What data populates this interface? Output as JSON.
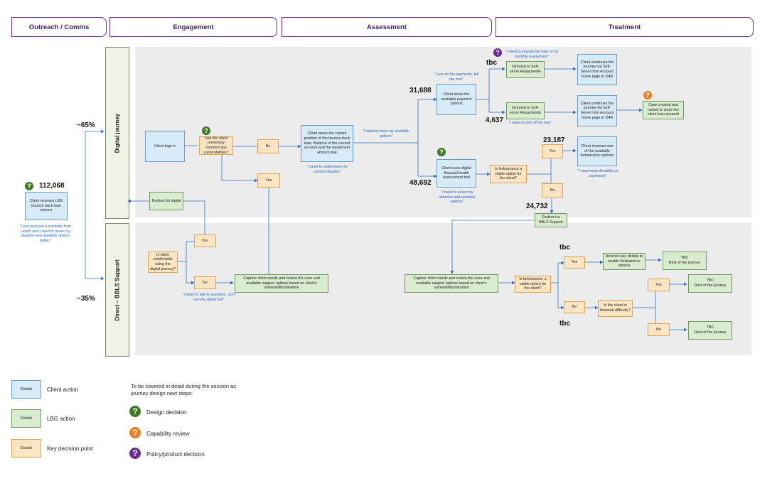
{
  "phases": [
    "Outreach / Comms",
    "Engagement",
    "Assessment",
    "Treatment"
  ],
  "lanes": {
    "digital": "Digital journey",
    "direct": "Direct – BBLS Support"
  },
  "percent": {
    "digital": "~65%",
    "direct": "~35%"
  },
  "stats": {
    "start": "112,068",
    "payment": "31,688",
    "tool": "48,692",
    "forbearance": "23,187",
    "bbls": "24,732",
    "repay_monthly": "tbc",
    "payoff": "4,637",
    "amend": "tbc",
    "financial_no": "tbc"
  },
  "nodes": {
    "receives": "Client receives LBG bounce back loan comms",
    "logs_in": "Client logs in",
    "reported_vuln": "Has the client previously reported any vulnerabilities?",
    "no1": "No",
    "yes1": "Yes",
    "views_position": "Client views the current position of the bounce back loan: Balance of the current account and the repayment amount due",
    "views_payment": "Client views the available payment options",
    "directed_monthly": "Directed to Self-serve Repayments",
    "directed_payoff": "Directed to Self-serve Repayments",
    "continues_1": "Client continues the journey via Self-Serve from Account home page in O4B",
    "continues_2": "Client continues the journey via Self-Serve from Account home page in O4B",
    "case_created": "Case created and routed to close the client loan account",
    "digital_tool": "Client uses digital financial health assessment tool",
    "forbearance_q": "Is forbearance a viable option for the client?",
    "yes2": "Yes",
    "no2": "No",
    "chooses_forbearance": "Client chooses one of the available forbearance options",
    "redirect_bbls": "Redirect to BBLS Support",
    "redirect_digital": "Redirect to digital",
    "comfortable_q": "Is client comfortable using the digital journey?",
    "yes3": "Yes",
    "no3": "No",
    "capture_1": "Capture client needs and review the case and available support options based on client's vulnerability/situation",
    "capture_2": "Capture client needs and review the case and available support options based on client's vulnerability/situation",
    "forbearance_q2": "Is forbearance a viable option for the client?",
    "yes4": "Yes",
    "no4": "No",
    "amend": "Amend case details to enable forbearance options",
    "tbc_1": "TBC\nRest of the journey",
    "financial_q": "Is the client in financial difficulty?",
    "yes5": "Yes",
    "no5": "No",
    "tbc_2": "TBC\nRest of the journey",
    "tbc_3": "TBC\nRest of the journey"
  },
  "quotes": {
    "reminder": "\"I just received a reminder from Lloyds and I need to asses my situation and available options better.\"",
    "understand": "\"I need to understand my current situation\"",
    "know_options": "\"I need to know my available options\"",
    "do_payments": "\"I can do the payments, tell me how\"",
    "change_date": "\"I need to change the date of my monthly re-payment\"",
    "pay_off": "\"I need to pay off the loan\"",
    "flexibility": "\"I need more flexibility on payments\"",
    "asses": "\"I need to asses my situation and available options\"",
    "talk": "\"I need to talk to someone, can't use the digital tool\""
  },
  "badges": {
    "question": "?"
  },
  "legend": {
    "box_label": "Details",
    "client_action": "Client action",
    "lbg_action": "LBG action",
    "decision_point": "Key decision point",
    "intro": "To be covered in detail during the session as journey design next steps:",
    "design": "Design decision",
    "capability": "Capability review",
    "policy": "Policy/product decision"
  },
  "colors": {
    "purple": "#6a2c91",
    "green": "#3e7a23",
    "orange": "#ef7e22",
    "client": "#d6eaf8",
    "lbg": "#d9ecd0",
    "decision": "#fde5c3",
    "arrow": "#2f6fc0"
  }
}
